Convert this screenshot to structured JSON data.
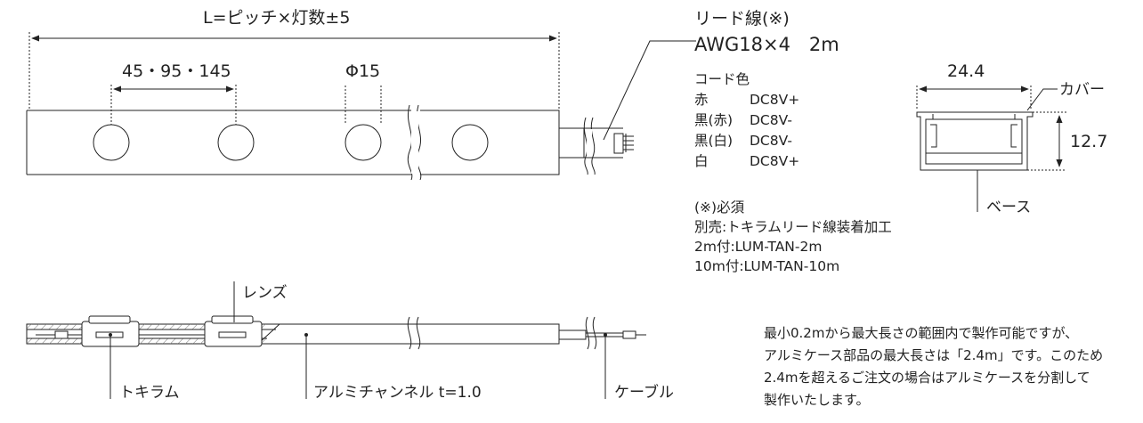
{
  "dims": {
    "length_formula": "L=ピッチ×灯数±5",
    "pitch_options": "45・95・145",
    "lens_diameter": "Φ15",
    "cover_width": "24.4",
    "height": "12.7"
  },
  "lead_wire": {
    "title": "リード線(※)",
    "spec": "AWG18×4　2m"
  },
  "cord_colors": {
    "title": "コード色",
    "rows": [
      {
        "color": "赤",
        "value": "DC8V+"
      },
      {
        "color": "黒(赤)",
        "value": "DC8V-"
      },
      {
        "color": "黒(白)",
        "value": "DC8V-"
      },
      {
        "color": "白",
        "value": "DC8V+"
      }
    ]
  },
  "notes": {
    "required": "(※)必須",
    "sold_separately": "別売:トキラムリード線装着加工",
    "opt_2m": "2m付:LUM-TAN-2m",
    "opt_10m": "10m付:LUM-TAN-10m"
  },
  "profile_labels": {
    "cover": "カバー",
    "base": "ベース"
  },
  "side_labels": {
    "lens": "レンズ",
    "tokiram": "トキラム",
    "channel": "アルミチャンネル t=1.0",
    "cable": "ケーブル"
  },
  "info": [
    "最小0.2mから最大長さの範囲内で製作可能ですが、",
    "アルミケース部品の最大長さは「2.4m」です。このため",
    "2.4mを超えるご注文の場合はアルミケースを分割して",
    "製作いたします。"
  ]
}
